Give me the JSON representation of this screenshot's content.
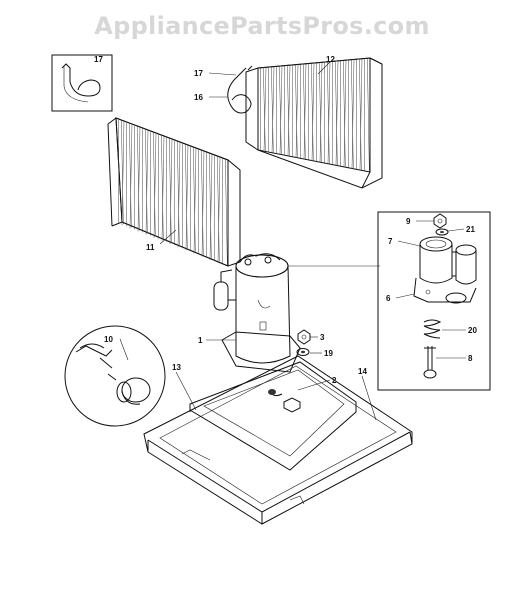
{
  "watermark": "AppliancePartsPros.com",
  "callouts": {
    "c1": "1",
    "c2": "2",
    "c3": "3",
    "c6": "6",
    "c7": "7",
    "c8": "8",
    "c9": "9",
    "c10": "10",
    "c11": "11",
    "c12": "12",
    "c13": "13",
    "c14": "14",
    "c16": "16",
    "c17a": "17",
    "c17b": "17",
    "c19": "19",
    "c20": "20",
    "c21": "21"
  }
}
